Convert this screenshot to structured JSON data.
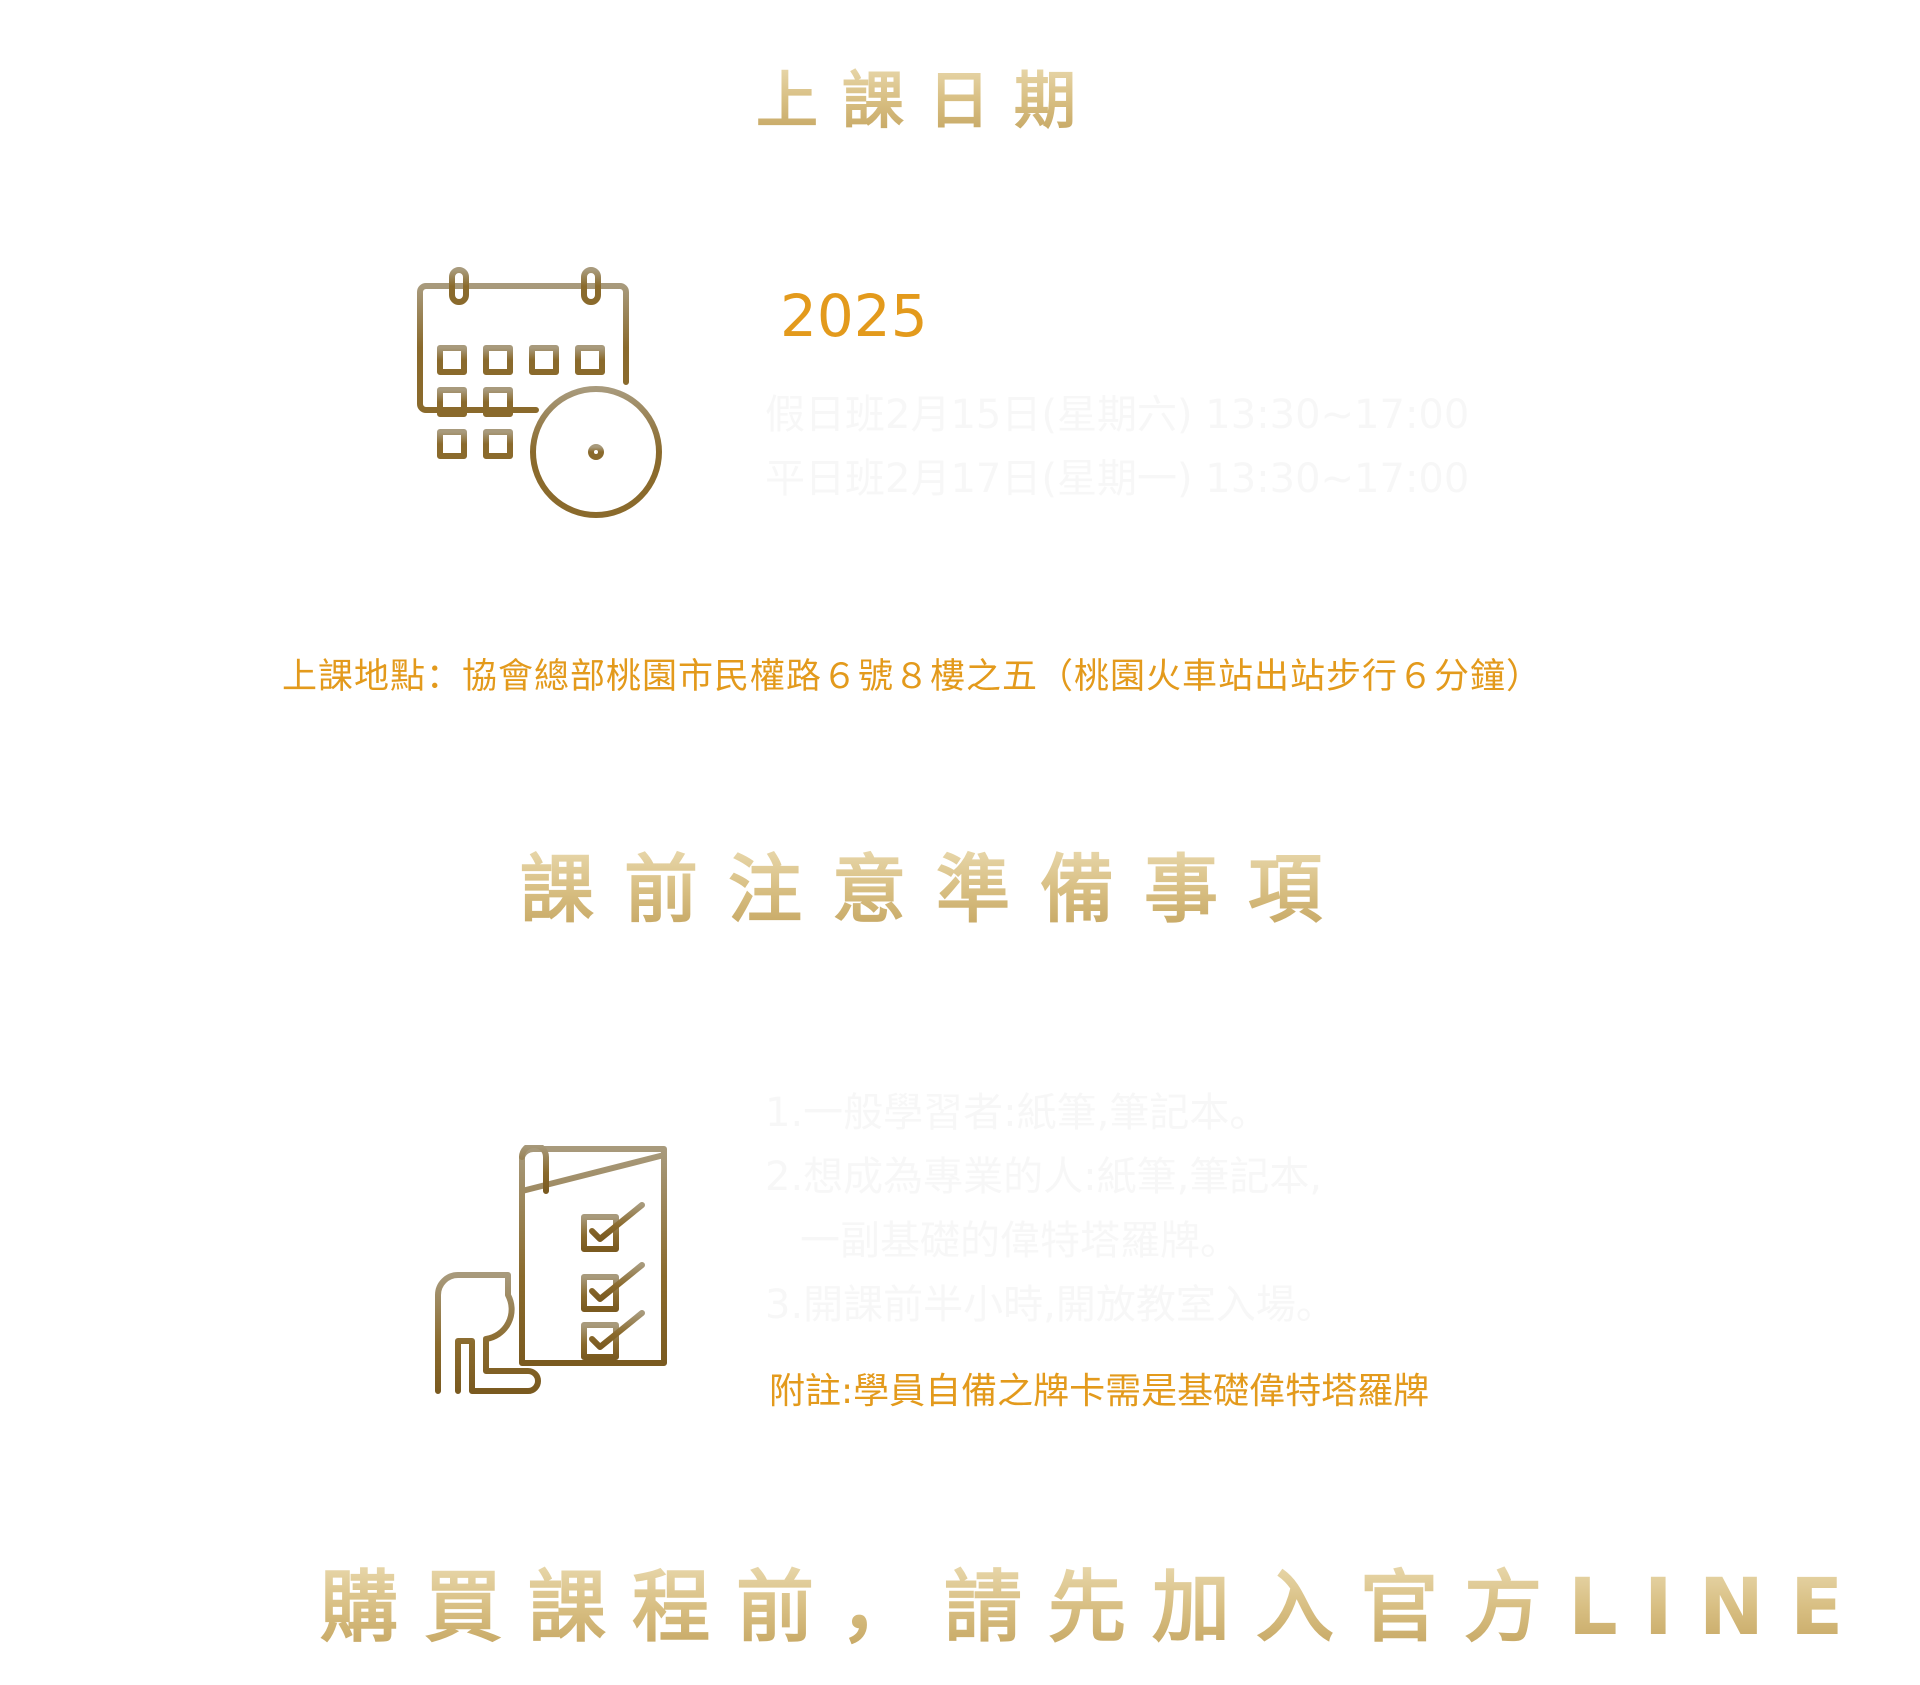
{
  "schedule": {
    "title": "上課日期",
    "year": "2025",
    "sessions": [
      "假日班2月15日(星期六) 13:30~17:00",
      "平日班2月17日(星期一) 13:30~17:00"
    ],
    "location": "上課地點：協會總部桃園市民權路６號８樓之五（桃園火車站出站步行６分鐘）"
  },
  "preparation": {
    "title": "課前注意準備事項",
    "items": [
      "1.一般學習者:紙筆,筆記本。",
      "2.想成為專業的人:紙筆,筆記本,",
      "   一副基礎的偉特塔羅牌。",
      "3.開課前半小時,開放教室入場。"
    ],
    "note": "附註:學員自備之牌卡需是基礎偉特塔羅牌"
  },
  "cta": {
    "title": "購買課程前，請先加入官方LINE"
  },
  "colors": {
    "accent": "#e39a1c",
    "gold": "#c3a35e",
    "icon": "#8a6a2c"
  }
}
